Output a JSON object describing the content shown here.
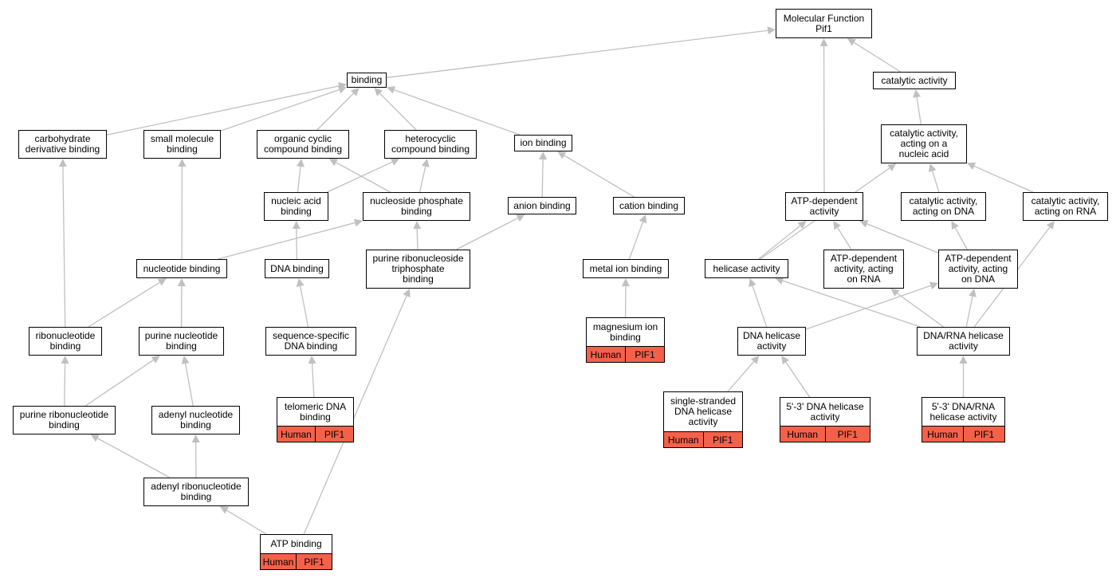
{
  "nodes": {
    "mf": {
      "label": "Molecular Function\nPif1"
    },
    "bind": {
      "label": "binding"
    },
    "cat": {
      "label": "catalytic activity"
    },
    "carb": {
      "label": "carbohydrate\nderivative binding"
    },
    "smb": {
      "label": "small molecule\nbinding"
    },
    "ocb": {
      "label": "organic cyclic\ncompound binding"
    },
    "hcb": {
      "label": "heterocyclic\ncompound binding"
    },
    "ionb": {
      "label": "ion binding"
    },
    "canuc": {
      "label": "catalytic activity,\nacting on a\nnucleic acid"
    },
    "nab": {
      "label": "nucleic acid\nbinding"
    },
    "npb": {
      "label": "nucleoside phosphate\nbinding"
    },
    "anb": {
      "label": "anion binding"
    },
    "catb": {
      "label": "cation binding"
    },
    "atpd": {
      "label": "ATP-dependent\nactivity"
    },
    "cadna": {
      "label": "catalytic activity,\nacting on DNA"
    },
    "carna": {
      "label": "catalytic activity,\nacting on RNA"
    },
    "ntb": {
      "label": "nucleotide binding"
    },
    "dnab": {
      "label": "DNA binding"
    },
    "prtb": {
      "label": "purine ribonucleoside\ntriphosphate\nbinding"
    },
    "mib": {
      "label": "metal ion binding"
    },
    "hel": {
      "label": "helicase activity"
    },
    "atprna": {
      "label": "ATP-dependent\nactivity, acting\non RNA"
    },
    "atpdna": {
      "label": "ATP-dependent\nactivity, acting\non DNA"
    },
    "ribb": {
      "label": "ribonucleotide\nbinding"
    },
    "pnb": {
      "label": "purine nucleotide\nbinding"
    },
    "ssdb": {
      "label": "sequence-specific\nDNA binding"
    },
    "mgb": {
      "label": "magnesium ion\nbinding",
      "species": "Human",
      "gene": "PIF1"
    },
    "dnah": {
      "label": "DNA helicase\nactivity"
    },
    "drh": {
      "label": "DNA/RNA helicase\nactivity"
    },
    "prb": {
      "label": "purine ribonucleotide\nbinding"
    },
    "anub": {
      "label": "adenyl nucleotide\nbinding"
    },
    "tdb": {
      "label": "telomeric DNA\nbinding",
      "species": "Human",
      "gene": "PIF1"
    },
    "ssh": {
      "label": "single-stranded\nDNA helicase\nactivity",
      "species": "Human",
      "gene": "PIF1"
    },
    "h53": {
      "label": "5'-3' DNA helicase\nactivity",
      "species": "Human",
      "gene": "PIF1"
    },
    "drh53": {
      "label": "5'-3' DNA/RNA\nhelicase activity",
      "species": "Human",
      "gene": "PIF1"
    },
    "arb": {
      "label": "adenyl ribonucleotide\nbinding"
    },
    "atpb": {
      "label": "ATP binding",
      "species": "Human",
      "gene": "PIF1"
    }
  },
  "edges": [
    [
      "bind",
      "mf"
    ],
    [
      "cat",
      "mf"
    ],
    [
      "atpd",
      "mf"
    ],
    [
      "carb",
      "bind"
    ],
    [
      "smb",
      "bind"
    ],
    [
      "ocb",
      "bind"
    ],
    [
      "hcb",
      "bind"
    ],
    [
      "ionb",
      "bind"
    ],
    [
      "canuc",
      "cat"
    ],
    [
      "cadna",
      "canuc"
    ],
    [
      "carna",
      "canuc"
    ],
    [
      "hel",
      "canuc"
    ],
    [
      "nab",
      "ocb"
    ],
    [
      "nab",
      "hcb"
    ],
    [
      "npb",
      "ocb"
    ],
    [
      "npb",
      "hcb"
    ],
    [
      "anb",
      "ionb"
    ],
    [
      "catb",
      "ionb"
    ],
    [
      "ntb",
      "smb"
    ],
    [
      "ntb",
      "npb"
    ],
    [
      "dnab",
      "nab"
    ],
    [
      "prtb",
      "npb"
    ],
    [
      "prtb",
      "anb"
    ],
    [
      "mib",
      "catb"
    ],
    [
      "hel",
      "atpd"
    ],
    [
      "atprna",
      "atpd"
    ],
    [
      "atpdna",
      "atpd"
    ],
    [
      "atpdna",
      "cadna"
    ],
    [
      "ribb",
      "carb"
    ],
    [
      "ribb",
      "ntb"
    ],
    [
      "pnb",
      "ntb"
    ],
    [
      "ssdb",
      "dnab"
    ],
    [
      "mgb",
      "mib"
    ],
    [
      "dnah",
      "hel"
    ],
    [
      "dnah",
      "atpdna"
    ],
    [
      "drh",
      "hel"
    ],
    [
      "drh",
      "atprna"
    ],
    [
      "drh",
      "atpdna"
    ],
    [
      "drh",
      "carna"
    ],
    [
      "prb",
      "ribb"
    ],
    [
      "prb",
      "pnb"
    ],
    [
      "anub",
      "pnb"
    ],
    [
      "tdb",
      "ssdb"
    ],
    [
      "ssh",
      "dnah"
    ],
    [
      "h53",
      "dnah"
    ],
    [
      "drh53",
      "drh"
    ],
    [
      "arb",
      "prb"
    ],
    [
      "arb",
      "anub"
    ],
    [
      "atpb",
      "arb"
    ],
    [
      "atpb",
      "prtb"
    ]
  ]
}
